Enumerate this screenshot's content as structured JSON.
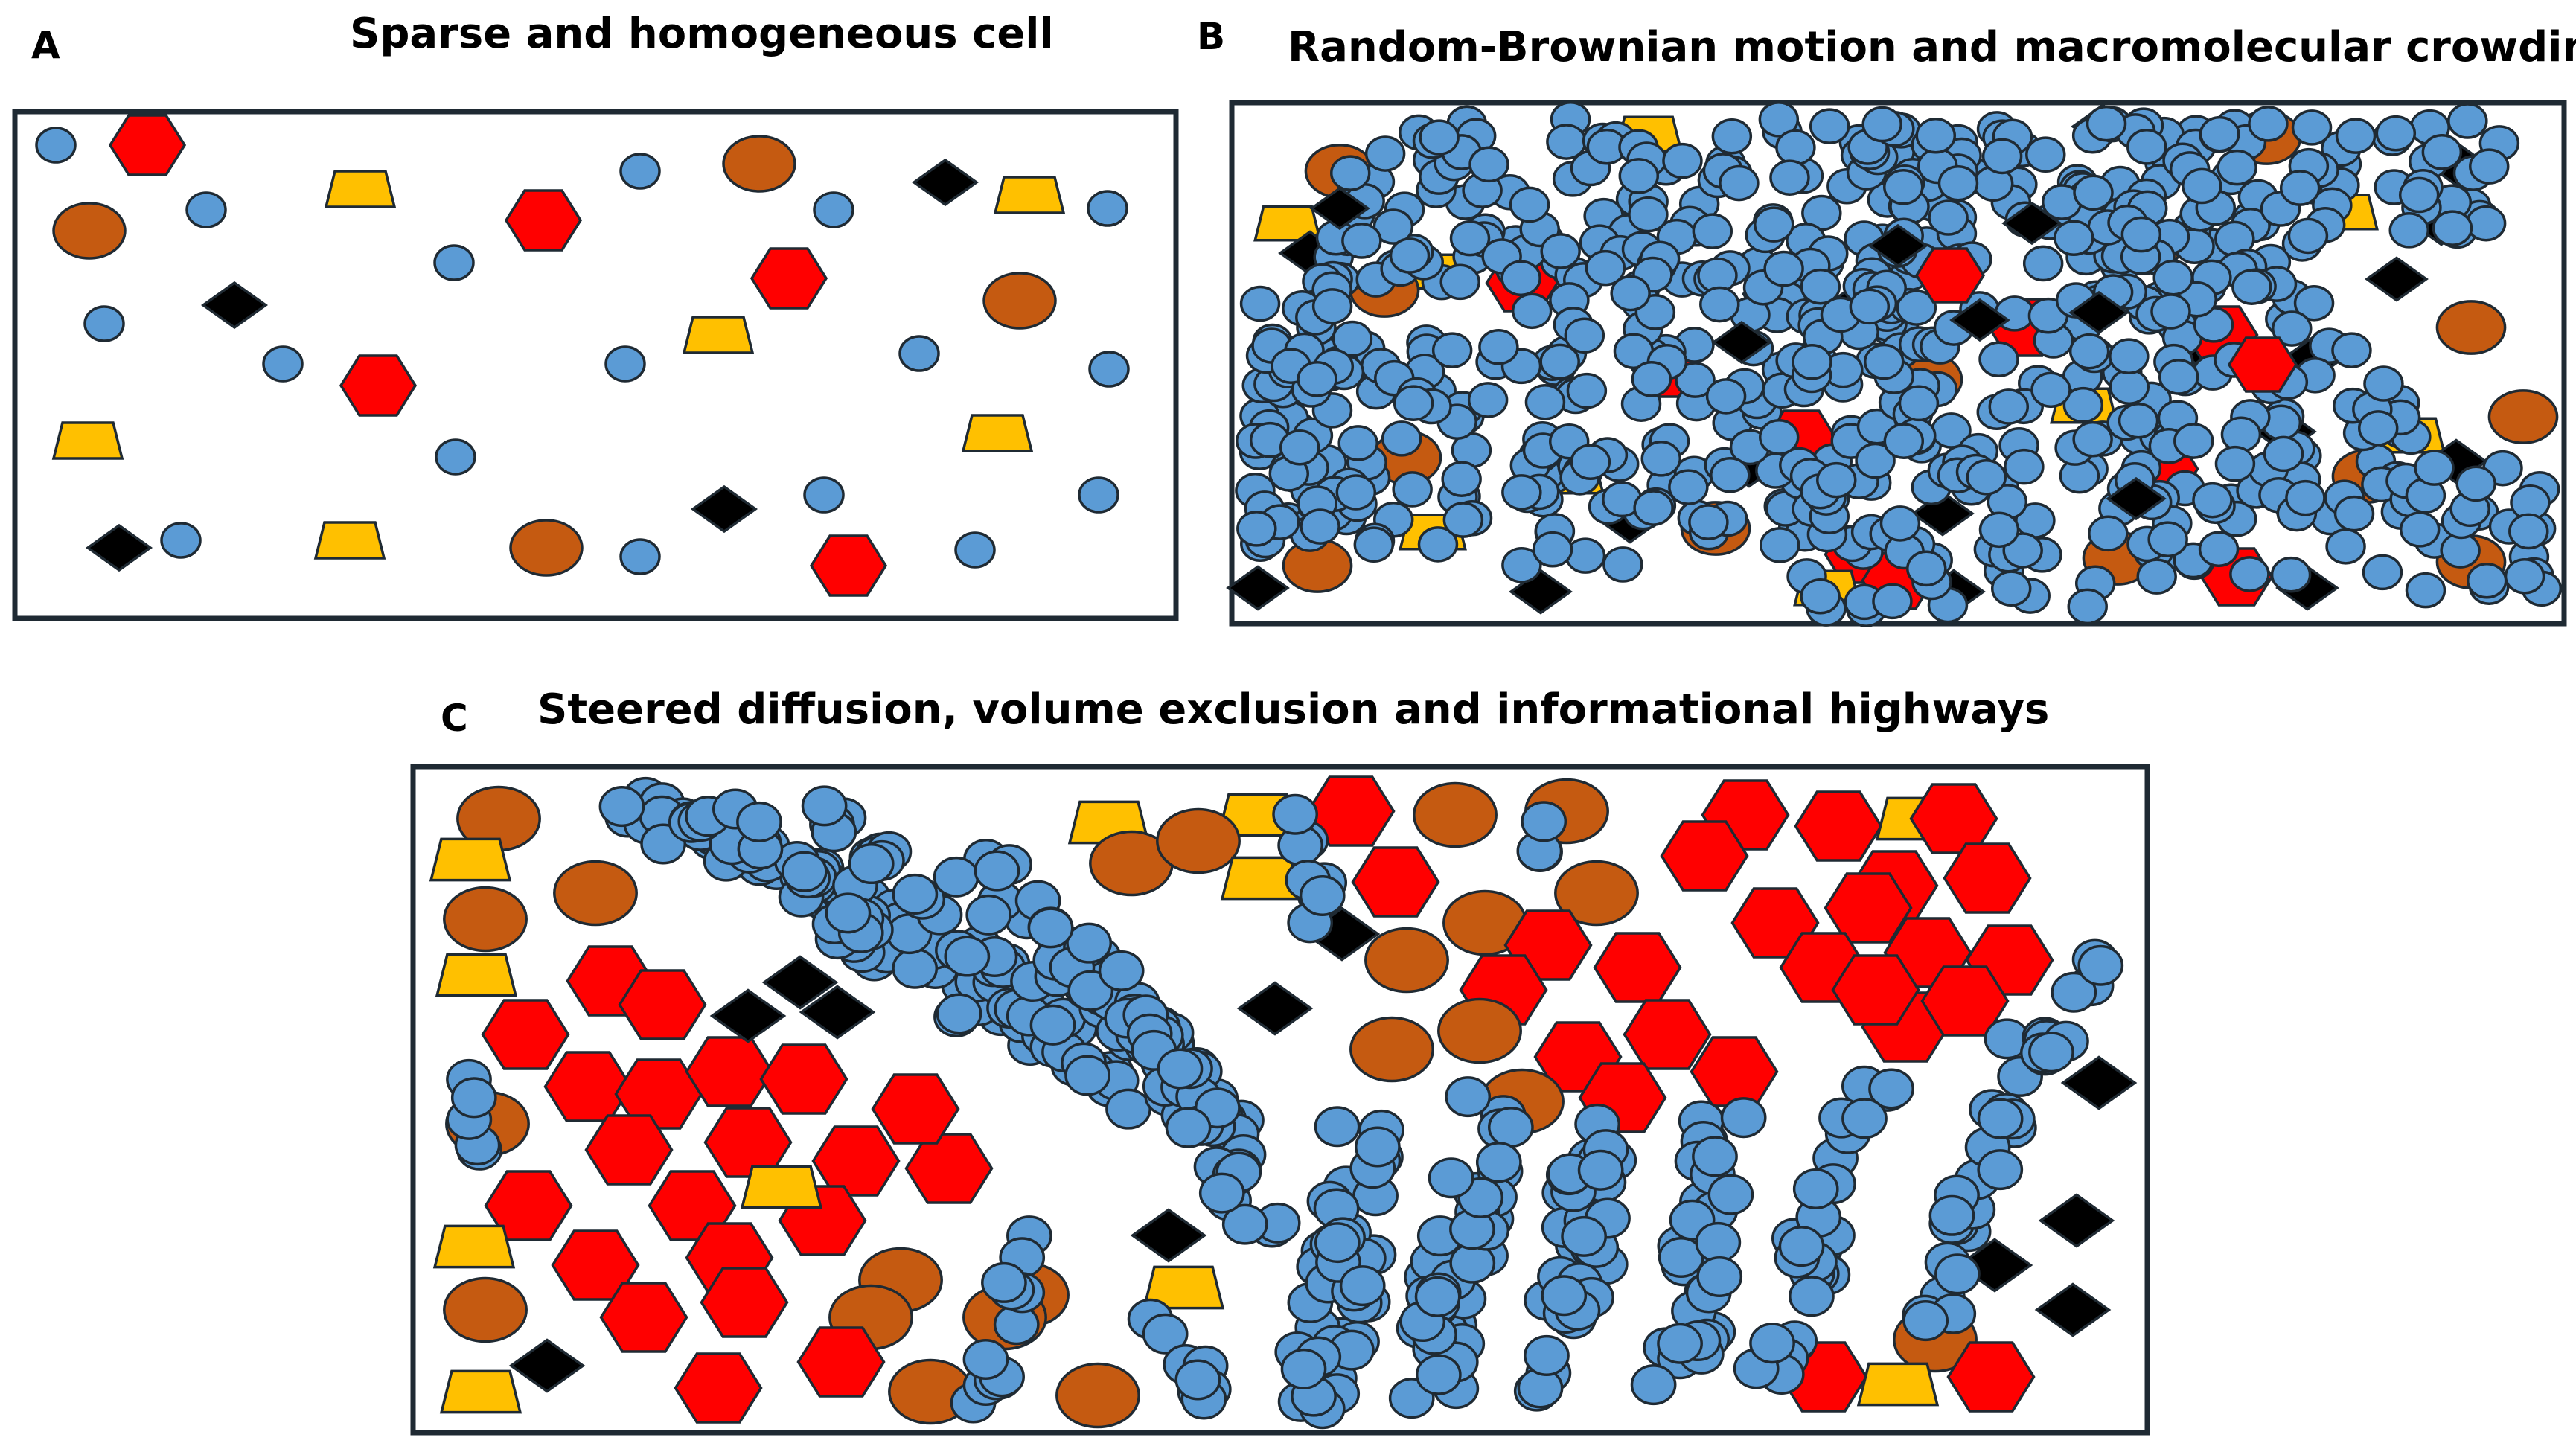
{
  "figure": {
    "panels": [
      {
        "id": "A",
        "letter": "A",
        "title": "Sparse and homogeneous cell",
        "density": "sparse"
      },
      {
        "id": "B",
        "letter": "B",
        "title": "Random-Brownian motion and macromolecular crowding",
        "density": "crowded-random"
      },
      {
        "id": "C",
        "letter": "C",
        "title": "Steered diffusion, volume exclusion and informational highways",
        "density": "crowded-organized"
      }
    ],
    "particle_types": [
      {
        "name": "small-circle",
        "color": "#5b9bd5"
      },
      {
        "name": "hexagon",
        "color": "#ff0000"
      },
      {
        "name": "trapezoid",
        "color": "#ffc000"
      },
      {
        "name": "diamond",
        "color": "#000000"
      },
      {
        "name": "oval",
        "color": "#c55a11"
      }
    ],
    "colors": {
      "circle": "#5b9bd5",
      "hexagon": "#ff0000",
      "trapezoid": "#ffc000",
      "diamond": "#000000",
      "oval": "#c55a11",
      "outline": "#1f2a33"
    }
  }
}
